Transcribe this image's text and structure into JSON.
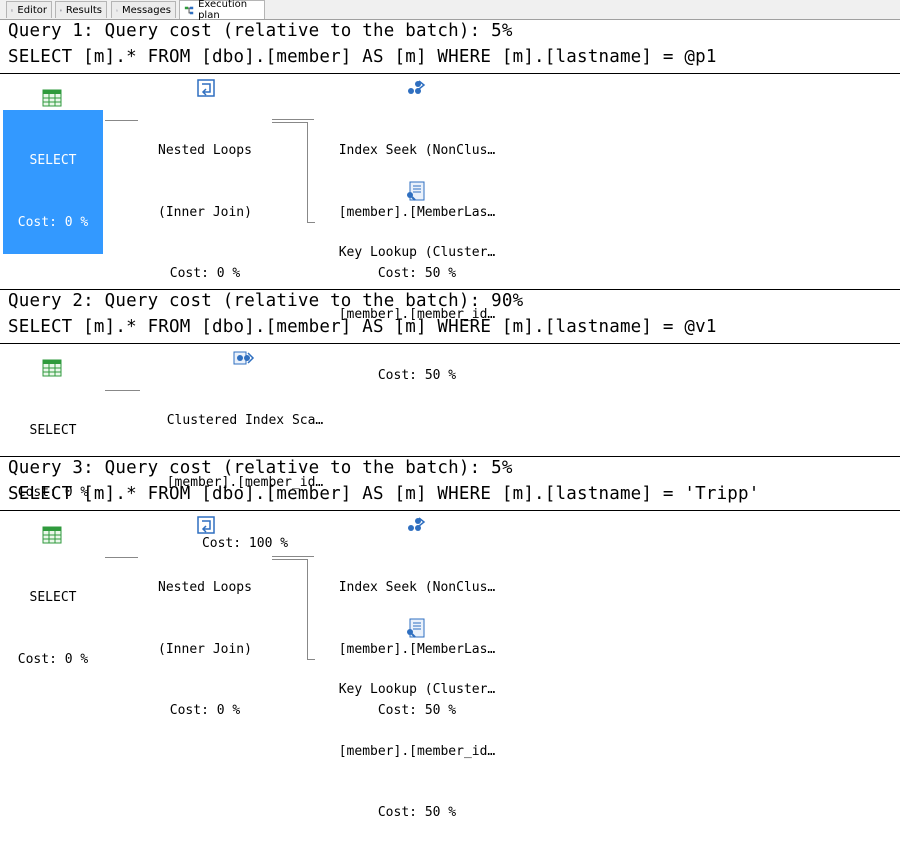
{
  "tabs": [
    {
      "label": "Editor",
      "icon": "editor-icon"
    },
    {
      "label": "Results",
      "icon": "grid-icon"
    },
    {
      "label": "Messages",
      "icon": "messages-icon"
    },
    {
      "label": "Execution plan",
      "icon": "plan-icon",
      "active": true
    }
  ],
  "queries": [
    {
      "header": "Query 1: Query cost (relative to the batch): 5%",
      "sql": "SELECT [m].* FROM [dbo].[member] AS [m] WHERE [m].[lastname] = @p1",
      "select": {
        "name": "SELECT",
        "cost": "Cost: 0 %",
        "selected": true
      },
      "nested": {
        "line1": "Nested Loops",
        "line2": "(Inner Join)",
        "cost": "Cost: 0 %"
      },
      "seek": {
        "line1": "Index Seek (NonClus…",
        "line2": "[member].[MemberLas…",
        "cost": "Cost: 50 %"
      },
      "lookup": {
        "line1": "Key Lookup (Cluster…",
        "line2": "[member].[member_id…",
        "cost": "Cost: 50 %"
      }
    },
    {
      "header": "Query 2: Query cost (relative to the batch): 90%",
      "sql": "SELECT [m].* FROM [dbo].[member] AS [m] WHERE [m].[lastname] = @v1",
      "select": {
        "name": "SELECT",
        "cost": "Cost: 0 %"
      },
      "scan": {
        "line1": "Clustered Index Sca…",
        "line2": "[member].[member_id…",
        "cost": "Cost: 100 %"
      }
    },
    {
      "header": "Query 3: Query cost (relative to the batch): 5%",
      "sql": "SELECT [m].* FROM [dbo].[member] AS [m] WHERE [m].[lastname] = 'Tripp'",
      "select": {
        "name": "SELECT",
        "cost": "Cost: 0 %"
      },
      "nested": {
        "line1": "Nested Loops",
        "line2": "(Inner Join)",
        "cost": "Cost: 0 %"
      },
      "seek": {
        "line1": "Index Seek (NonClus…",
        "line2": "[member].[MemberLas…",
        "cost": "Cost: 50 %"
      },
      "lookup": {
        "line1": "Key Lookup (Cluster…",
        "line2": "[member].[member_id…",
        "cost": "Cost: 50 %"
      }
    }
  ],
  "colors": {
    "selection": "#3399ff",
    "icon_blue": "#2f6fc0",
    "icon_green": "#2f9a3c"
  }
}
